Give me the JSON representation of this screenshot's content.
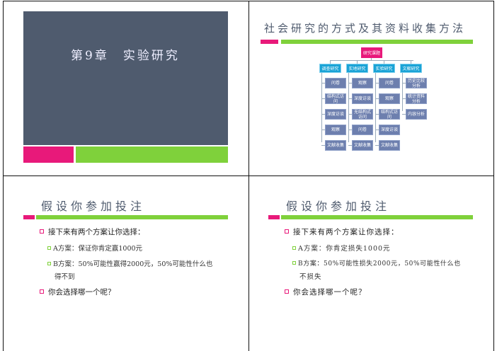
{
  "slide1": {
    "title": "第9章　实验研究"
  },
  "slide2": {
    "title": "社会研究的方式及其资料收集方法",
    "chart": {
      "root": "研究课题",
      "columns": [
        {
          "label": "调查研究",
          "items": [
            "问卷",
            "结构式访问",
            "深度访谈",
            "观察",
            "文献收集"
          ]
        },
        {
          "label": "实地研究",
          "items": [
            "观察",
            "深度访谈",
            "无结构式访问",
            "问卷",
            "文献收集"
          ]
        },
        {
          "label": "实验研究",
          "items": [
            "问卷",
            "观察",
            "结构式访问",
            "深度访谈",
            "文献收集"
          ]
        },
        {
          "label": "文献研究",
          "items": [
            "历史比较分析",
            "统计资料分析",
            "内容分析"
          ]
        }
      ]
    }
  },
  "slide3": {
    "title": "假设你参加投注",
    "bullet1": "接下来有两个方案让你选择：",
    "sub1": "A方案：保证你肯定赢1000元",
    "sub2a": "B方案：50%可能性赢得2000元，50%可能性什么也",
    "sub2b": "得不到",
    "bullet2": "你会选择哪一个呢？"
  },
  "slide4": {
    "title": "假设你参加投注",
    "bullet1": "接下来有两个方案让你选择：",
    "sub1": "A方案：你肯定损失1000元",
    "sub2a": "B方案：50%可能性损失2000元，50%可能性什么也",
    "sub2b": "不损失",
    "bullet2": "你会选择哪一个呢？"
  }
}
